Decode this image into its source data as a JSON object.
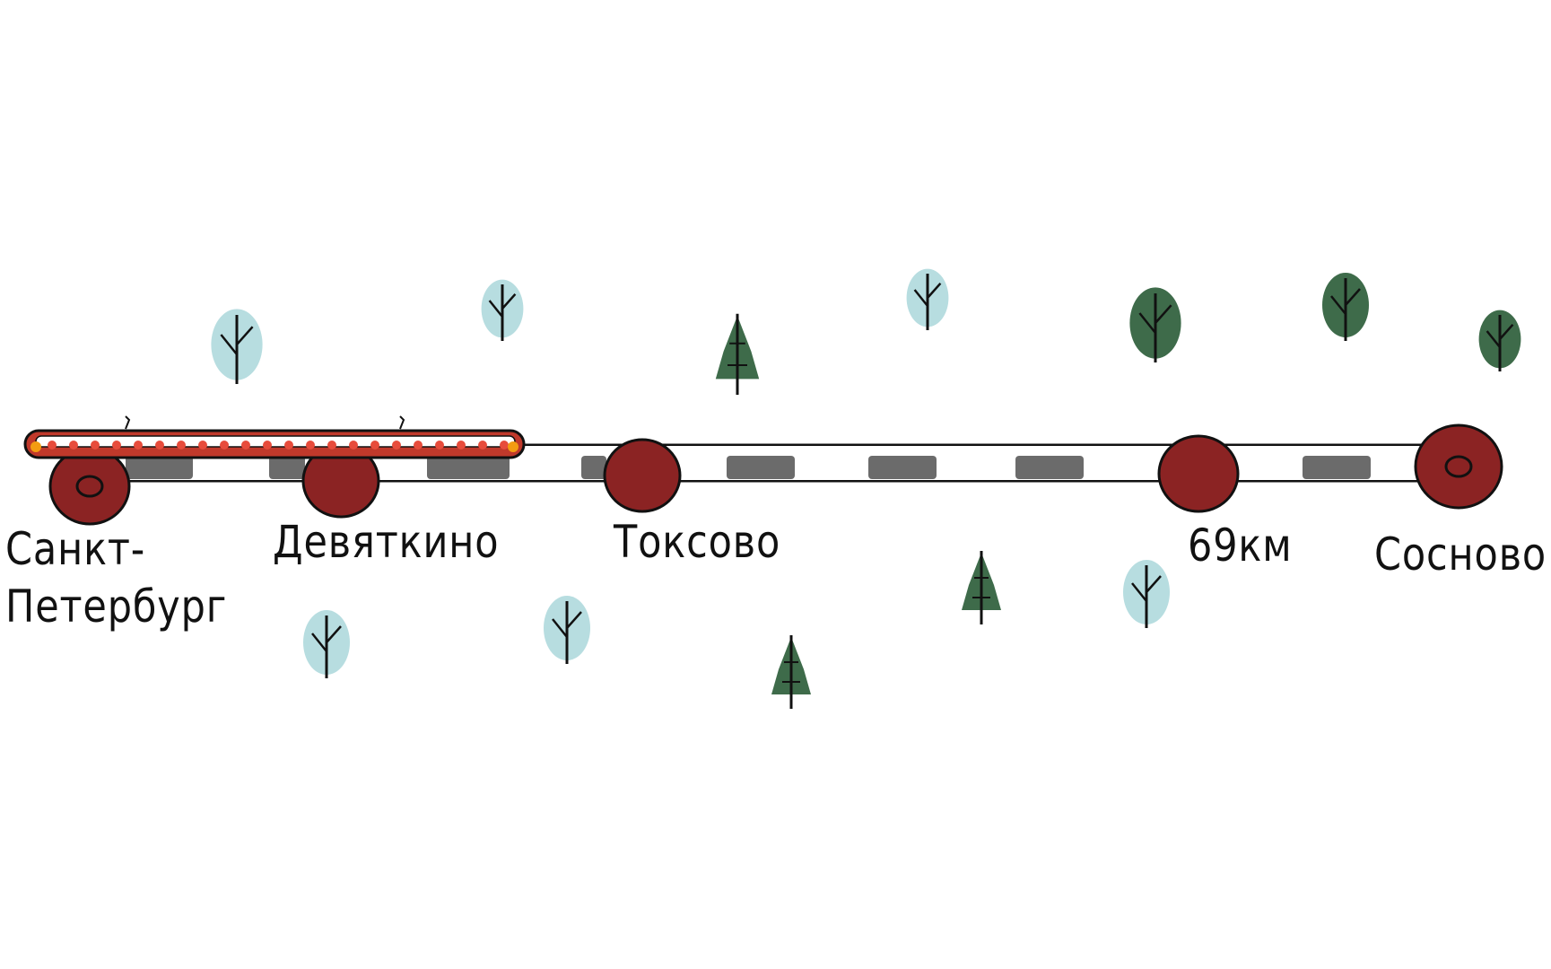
{
  "colors": {
    "station_fill": "#8b2323",
    "track_outline": "#111111",
    "sleeper": "#6b6b6b",
    "train_red": "#c0392b",
    "train_window": "#e74c3c",
    "train_light": "#f39c12",
    "tree_light": "#b7dde0",
    "tree_dark": "#3e6b4a",
    "label": "#111111"
  },
  "stations": [
    {
      "id": "spb",
      "name_line1": "Санкт-",
      "name_line2": "Петербург",
      "terminal": true
    },
    {
      "id": "devyatkino",
      "name_line1": "Девяткино",
      "terminal": false
    },
    {
      "id": "toksovo",
      "name_line1": "Токсово",
      "terminal": false
    },
    {
      "id": "km69",
      "name_line1": "69км",
      "terminal": false
    },
    {
      "id": "sosnovo",
      "name_line1": "Сосново",
      "terminal": true
    }
  ],
  "icons": {
    "train": "train-icon",
    "tree_birch": "birch-tree-icon",
    "tree_fir": "fir-tree-icon"
  }
}
